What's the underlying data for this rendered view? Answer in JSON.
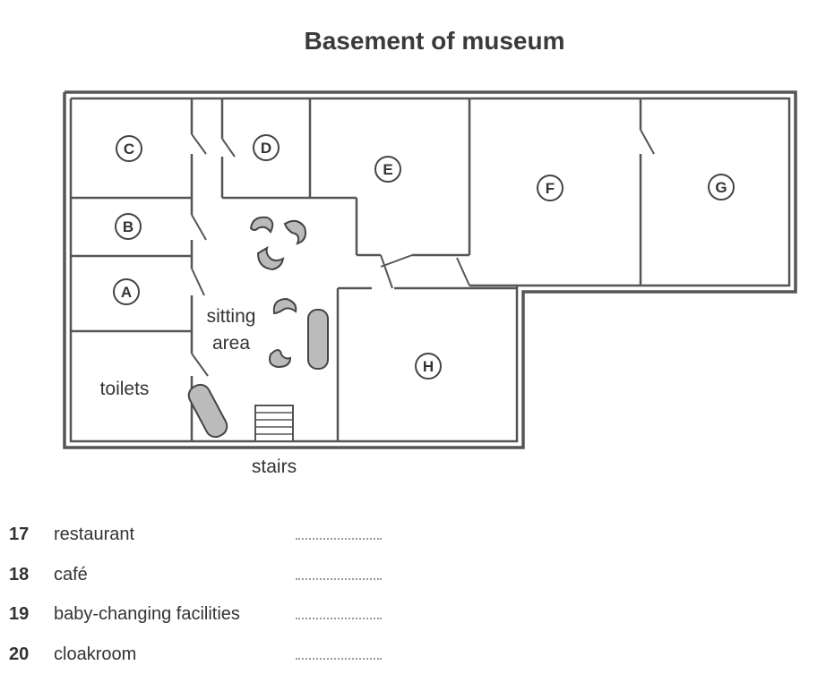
{
  "title": "Basement of museum",
  "rooms": [
    {
      "id": "room-c",
      "letter": "C"
    },
    {
      "id": "room-d",
      "letter": "D"
    },
    {
      "id": "room-e",
      "letter": "E"
    },
    {
      "id": "room-f",
      "letter": "F"
    },
    {
      "id": "room-g",
      "letter": "G"
    },
    {
      "id": "room-b",
      "letter": "B"
    },
    {
      "id": "room-a",
      "letter": "A"
    },
    {
      "id": "room-h",
      "letter": "H"
    }
  ],
  "labels": {
    "sitting_line1": "sitting",
    "sitting_line2": "area",
    "toilets": "toilets",
    "stairs": "stairs"
  },
  "questions": [
    {
      "number": "17",
      "label": "restaurant"
    },
    {
      "number": "18",
      "label": "café"
    },
    {
      "number": "19",
      "label": "baby-changing facilities"
    },
    {
      "number": "20",
      "label": "cloakroom"
    }
  ]
}
